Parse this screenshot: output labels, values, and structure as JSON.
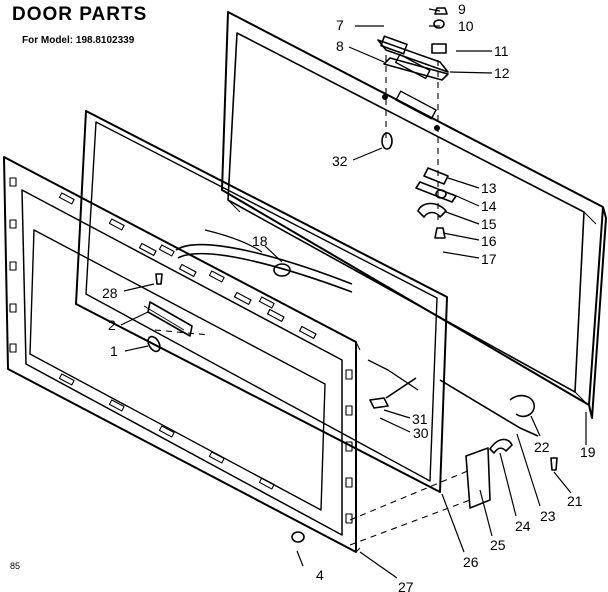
{
  "header": {
    "title": "DOOR PARTS",
    "subtitle": "For Model: 198.8102339"
  },
  "footer_code": "85",
  "callouts": [
    "1",
    "2",
    "4",
    "7",
    "8",
    "9",
    "10",
    "11",
    "12",
    "13",
    "14",
    "15",
    "16",
    "17",
    "18",
    "19",
    "21",
    "22",
    "23",
    "24",
    "25",
    "26",
    "27",
    "28",
    "30",
    "31",
    "32"
  ]
}
